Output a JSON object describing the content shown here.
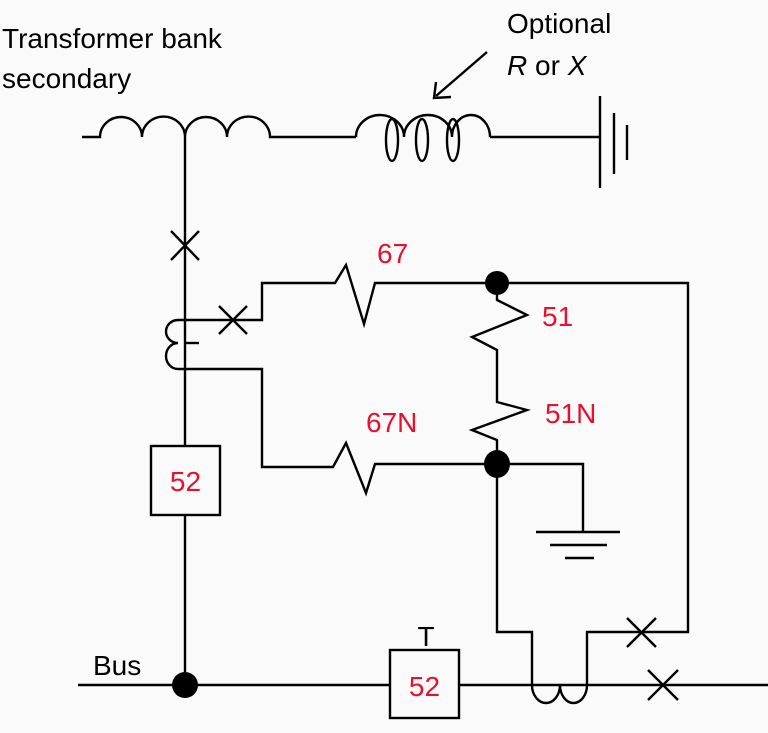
{
  "labels": {
    "source_line1": "Transformer bank",
    "source_line2": "secondary",
    "optional_line1": "Optional",
    "optional_r": "R",
    "optional_or": " or ",
    "optional_x": "X",
    "relay_67": "67",
    "relay_51": "51",
    "relay_67n": "67N",
    "relay_51n": "51N",
    "breaker_main": "52",
    "breaker_tie": "52",
    "breaker_tie_tag": "T",
    "bus": "Bus"
  },
  "colors": {
    "wire": "#000000",
    "device_label": "#e8112d",
    "background": "#fafafa"
  }
}
